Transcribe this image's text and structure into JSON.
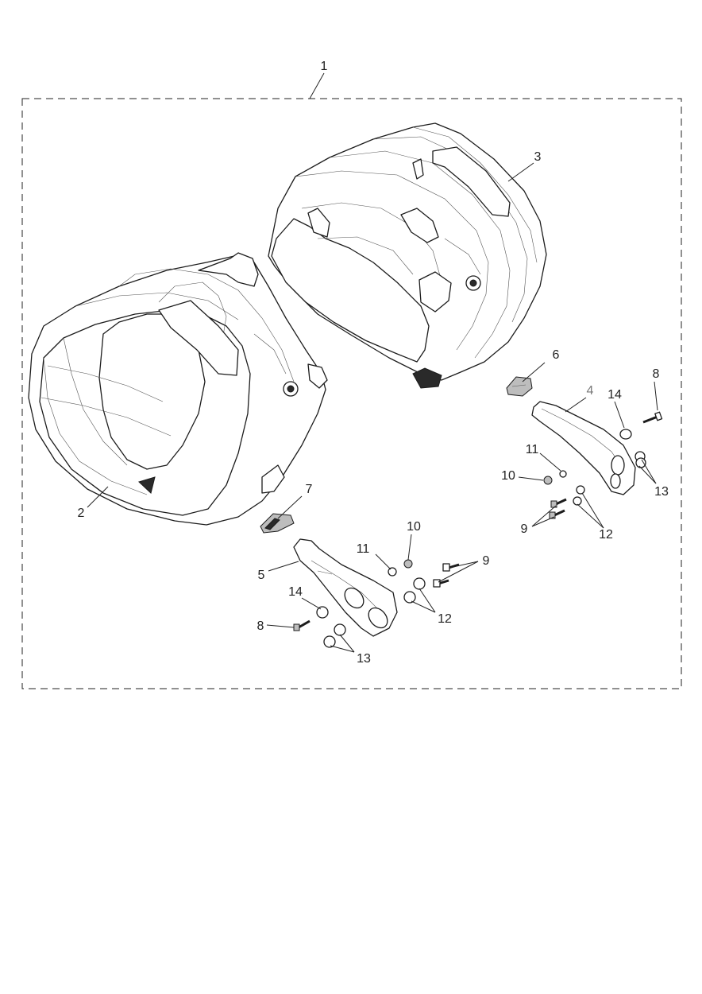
{
  "callouts": {
    "c1": "1",
    "c2": "2",
    "c3": "3",
    "c4": "4",
    "c5": "5",
    "c6": "6",
    "c7": "7",
    "c8a": "8",
    "c8b": "8",
    "c9a": "9",
    "c9b": "9",
    "c10a": "10",
    "c10b": "10",
    "c11a": "11",
    "c11b": "11",
    "c12a": "12",
    "c12b": "12",
    "c13a": "13",
    "c13b": "13",
    "c14a": "14",
    "c14b": "14"
  }
}
